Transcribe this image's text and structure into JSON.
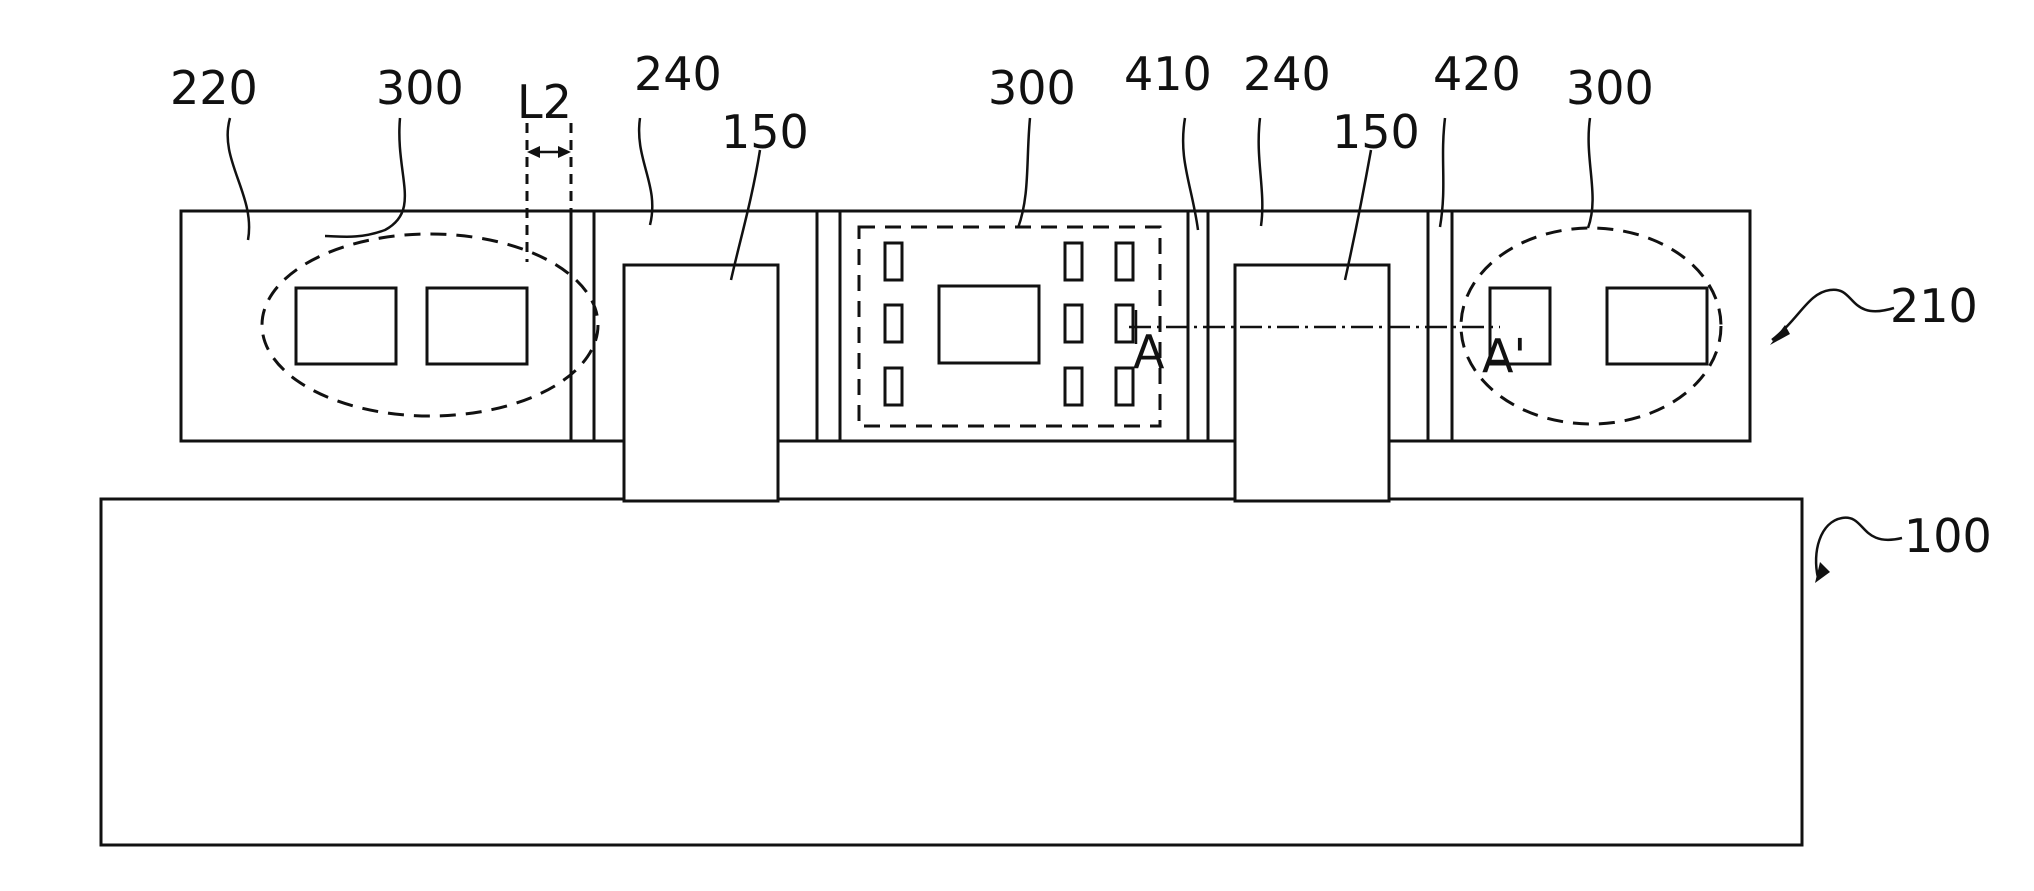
{
  "labels": {
    "ref_220": "220",
    "ref_300_left": "300",
    "ref_L2": "L2",
    "ref_240_left": "240",
    "ref_150_left": "150",
    "ref_300_center": "300",
    "ref_410": "410",
    "ref_240_right": "240",
    "ref_150_right": "150",
    "ref_420": "420",
    "ref_300_right": "300",
    "ref_210": "210",
    "ref_100": "100",
    "section_A": "A",
    "section_A_prime": "A'"
  }
}
